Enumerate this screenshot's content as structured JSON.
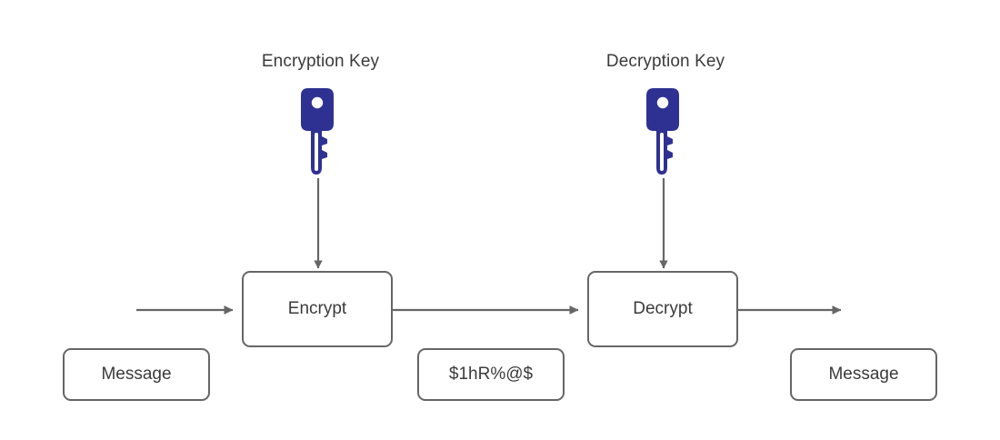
{
  "diagram": {
    "title_keys": {
      "encryption_key_label": "Encryption Key",
      "decryption_key_label": "Decryption Key"
    },
    "processes": {
      "encrypt_label": "Encrypt",
      "decrypt_label": "Decrypt"
    },
    "data_boxes": {
      "plaintext_in_label": "Message",
      "ciphertext_label": "$1hR%@$",
      "plaintext_out_label": "Message"
    },
    "icons": {
      "encryption_key_icon": "key-icon",
      "decryption_key_icon": "key-icon",
      "arrow_input_icon": "arrow-right-icon",
      "arrow_encrypt_to_decrypt_icon": "arrow-right-icon",
      "arrow_output_icon": "arrow-right-icon",
      "arrow_encryption_key_down_icon": "arrow-down-icon",
      "arrow_decryption_key_down_icon": "arrow-down-icon"
    },
    "colors": {
      "key_fill": "#2E3192",
      "key_hole": "#ffffff",
      "box_border": "#666666",
      "box_fill": "#ffffff",
      "text": "#3b3b3b",
      "arrow": "#666666",
      "background": "#ffffff"
    }
  }
}
